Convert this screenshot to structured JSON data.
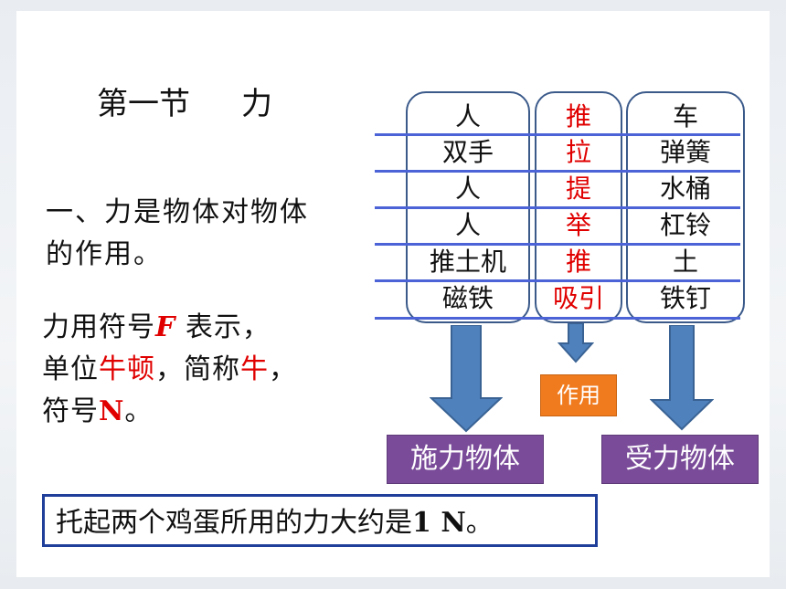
{
  "title": {
    "section": "第一节",
    "topic": "力"
  },
  "definition": {
    "line1": "一、力是物体对物体",
    "line2": "的作用。"
  },
  "symbol_text": {
    "l1_a": "力用符号",
    "l1_sym": "F",
    "l1_b": " 表示，",
    "l2_a": "单位",
    "l2_unit": "牛顿",
    "l2_b": "，简称",
    "l2_short": "牛",
    "l2_c": "，",
    "l3_a": "符号",
    "l3_sym": "N",
    "l3_b": "。"
  },
  "table": {
    "agents": [
      "人",
      "双手",
      "人",
      "人",
      "推土机",
      "磁铁"
    ],
    "actions": [
      "推",
      "拉",
      "提",
      "举",
      "推",
      "吸引"
    ],
    "receivers": [
      "车",
      "弹簧",
      "水桶",
      "杠铃",
      "土",
      "铁钉"
    ]
  },
  "labels": {
    "agent": "施力物体",
    "interaction": "作用",
    "receiver": "受力物体"
  },
  "note": {
    "text": "托起两个鸡蛋所用的力大约是",
    "value": "1 N",
    "end": "。"
  },
  "colors": {
    "red": "#e00000",
    "line_blue": "#4b63d6",
    "arrow_blue": "#4f81bd",
    "purple": "#7a4b99",
    "orange": "#f07b1f",
    "border_blue": "#1f3f9a"
  }
}
